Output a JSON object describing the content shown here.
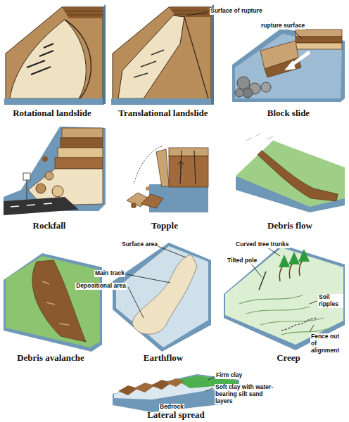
{
  "diagram": {
    "labels": [
      "Surface of rupture",
      "rupture surface",
      "Rotational landslide",
      "Translational landslide",
      "Block slide",
      "Rockfall",
      "Topple",
      "Debris flow",
      "Surface area",
      "Curved tree trunks",
      "Main track",
      "Tilted pole",
      "Depositional area",
      "Soil ripples",
      "Fence out of alignment",
      "Debris avalanche",
      "Earthflow",
      "Creep",
      "Firm clay",
      "Soft clay with water-bearing silt sand layers",
      "Bedrock",
      "Lateral spread"
    ]
  }
}
